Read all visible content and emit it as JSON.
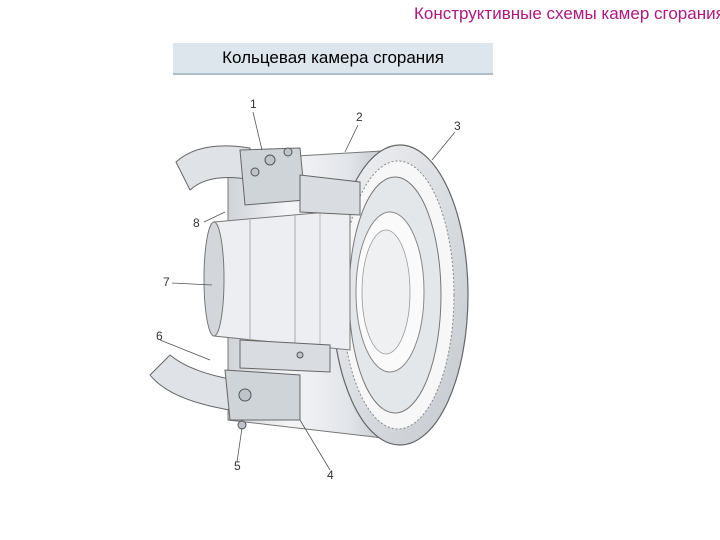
{
  "header": {
    "title": "Конструктивные схемы камер сгорания"
  },
  "diagram": {
    "title": "Кольцевая камера сгорания",
    "callouts": [
      "1",
      "2",
      "3",
      "4",
      "5",
      "6",
      "7",
      "8"
    ]
  }
}
